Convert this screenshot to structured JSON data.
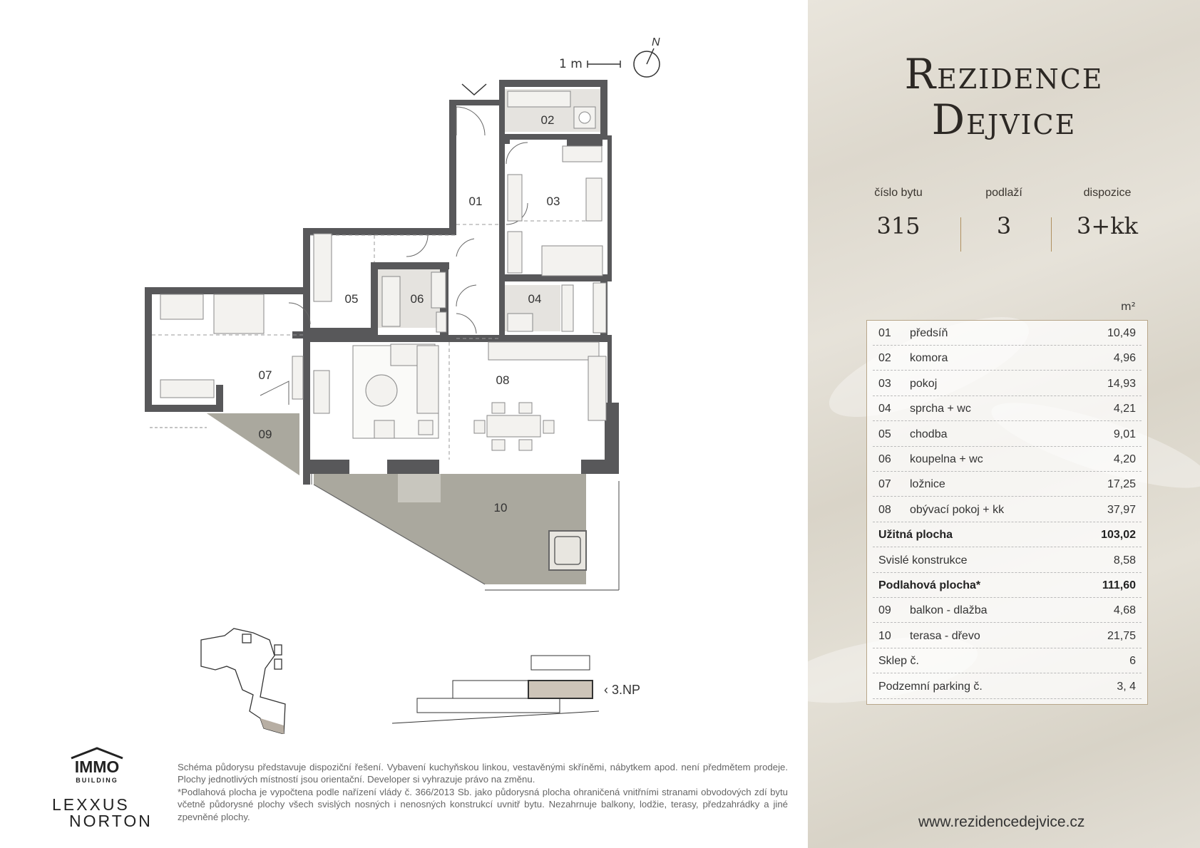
{
  "brand": {
    "line1": "Rezidence",
    "line2": "Dejvice"
  },
  "facts": [
    {
      "label": "číslo bytu",
      "value": "315"
    },
    {
      "label": "podlaží",
      "value": "3"
    },
    {
      "label": "dispozice",
      "value": "3+kk"
    }
  ],
  "unit": "m²",
  "rooms": [
    {
      "num": "01",
      "name": "předsíň",
      "value": "10,49"
    },
    {
      "num": "02",
      "name": "komora",
      "value": "4,96"
    },
    {
      "num": "03",
      "name": "pokoj",
      "value": "14,93"
    },
    {
      "num": "04",
      "name": "sprcha + wc",
      "value": "4,21"
    },
    {
      "num": "05",
      "name": "chodba",
      "value": "9,01"
    },
    {
      "num": "06",
      "name": "koupelna + wc",
      "value": "4,20"
    },
    {
      "num": "07",
      "name": "ložnice",
      "value": "17,25"
    },
    {
      "num": "08",
      "name": "obývací pokoj + kk",
      "value": "37,97"
    }
  ],
  "summary": [
    {
      "name": "Užitná plocha",
      "value": "103,02",
      "bold": true
    },
    {
      "name": "Svislé konstrukce",
      "value": "8,58",
      "bold": false
    },
    {
      "name": "Podlahová plocha*",
      "value": "111,60",
      "bold": true
    }
  ],
  "outdoor": [
    {
      "num": "09",
      "name": "balkon - dlažba",
      "value": "4,68"
    },
    {
      "num": "10",
      "name": "terasa - dřevo",
      "value": "21,75"
    }
  ],
  "extras": [
    {
      "name": "Sklep č.",
      "value": "6"
    },
    {
      "name": "Podzemní parking č.",
      "value": "3, 4"
    }
  ],
  "website": "www.rezidencedejvice.cz",
  "scale_label": "1 m",
  "north_label": "N",
  "floor_label": "3.NP",
  "plan_labels": [
    "01",
    "02",
    "03",
    "04",
    "05",
    "06",
    "07",
    "08",
    "09",
    "10"
  ],
  "logos": {
    "immo_top": "IMMO",
    "immo_bottom": "BUILDING",
    "lexxus_1": "LEXXUS",
    "lexxus_2": "NORTON"
  },
  "disclaimer": [
    "Schéma půdorysu představuje dispoziční řešení. Vybavení kuchyňskou linkou, vestavěnými skříněmi, nábytkem apod. není předmětem prodeje. Plochy jednotlivých místností jsou orientační. Developer si vyhrazuje právo na změnu.",
    "*Podlahová plocha je vypočtena podle nařízení vlády č. 366/2013 Sb. jako půdorysná plocha ohraničená vnitřními stranami obvodových zdí bytu včetně půdorysné plochy všech svislých nosných i nenosných konstrukcí uvnitř bytu. Nezahrnuje balkony, lodžie, terasy, předzahrádky a jiné zpevněné plochy."
  ],
  "colors": {
    "wall": "#58585a",
    "terrace": "#aaa89e",
    "accent": "#b09060"
  }
}
